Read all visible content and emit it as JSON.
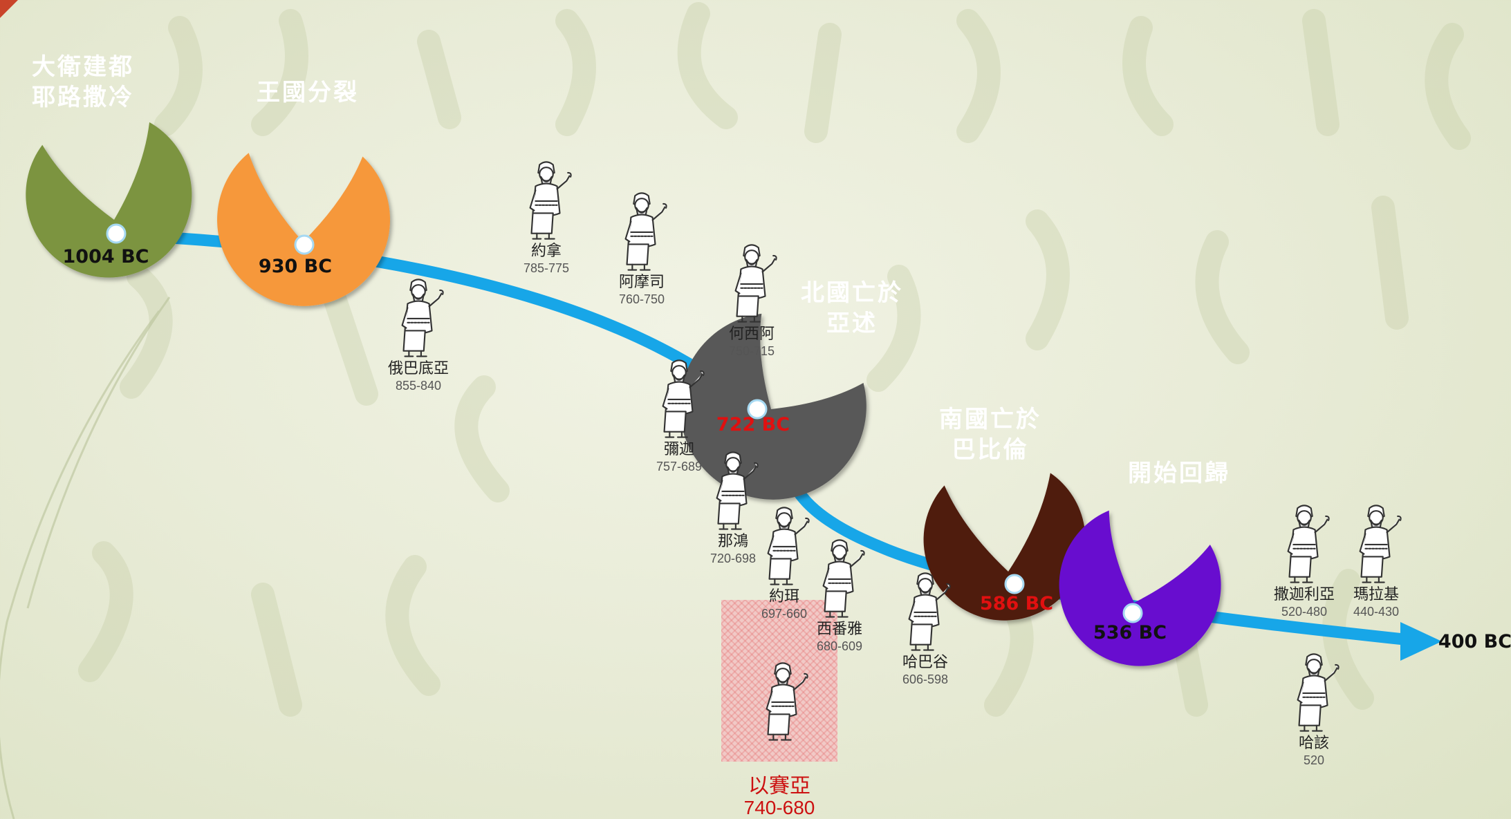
{
  "pins": [
    {
      "id": "david",
      "lines": [
        "大衛建都",
        "耶路撒冷"
      ],
      "color": "#7b9440"
    },
    {
      "id": "divide",
      "lines": [
        "王國分裂"
      ],
      "color": "#f6983a"
    },
    {
      "id": "north",
      "lines": [
        "北國亡於",
        "亞述"
      ],
      "color": "#595959"
    },
    {
      "id": "south",
      "lines": [
        "南國亡於",
        "巴比倫"
      ],
      "color": "#4f1b0f"
    },
    {
      "id": "return",
      "lines": [
        "開始回歸"
      ],
      "color": "#6711cf"
    }
  ],
  "dates": [
    {
      "id": "d1004",
      "label": "1004 BC",
      "highlight": false
    },
    {
      "id": "d930",
      "label": "930 BC",
      "highlight": false
    },
    {
      "id": "d722",
      "label": "722 BC",
      "highlight": true
    },
    {
      "id": "d586",
      "label": "586 BC",
      "highlight": true
    },
    {
      "id": "d536",
      "label": "536 BC",
      "highlight": false
    },
    {
      "id": "d400",
      "label": "400 BC",
      "highlight": false
    }
  ],
  "prophets": [
    {
      "id": "obadiah",
      "name": "俄巴底亞",
      "years": "855-840"
    },
    {
      "id": "jonah",
      "name": "約拿",
      "years": "785-775"
    },
    {
      "id": "amos",
      "name": "阿摩司",
      "years": "760-750"
    },
    {
      "id": "hosea",
      "name": "何西阿",
      "years": "750-715"
    },
    {
      "id": "micah",
      "name": "彌迦",
      "years": "757-689"
    },
    {
      "id": "nahum",
      "name": "那鴻",
      "years": "720-698"
    },
    {
      "id": "joel",
      "name": "約珥",
      "years": "697-660"
    },
    {
      "id": "zephaniah",
      "name": "西番雅",
      "years": "680-609"
    },
    {
      "id": "habakkuk",
      "name": "哈巴谷",
      "years": "606-598"
    },
    {
      "id": "zechariah",
      "name": "撒迦利亞",
      "years": "520-480"
    },
    {
      "id": "malachi",
      "name": "瑪拉基",
      "years": "440-430"
    },
    {
      "id": "haggai",
      "name": "哈該",
      "years": "520"
    }
  ],
  "isaiah": {
    "name": "以賽亞",
    "years": "740-680"
  },
  "colors": {
    "timeline": "#17a6e8",
    "accent_red": "#e01010"
  }
}
